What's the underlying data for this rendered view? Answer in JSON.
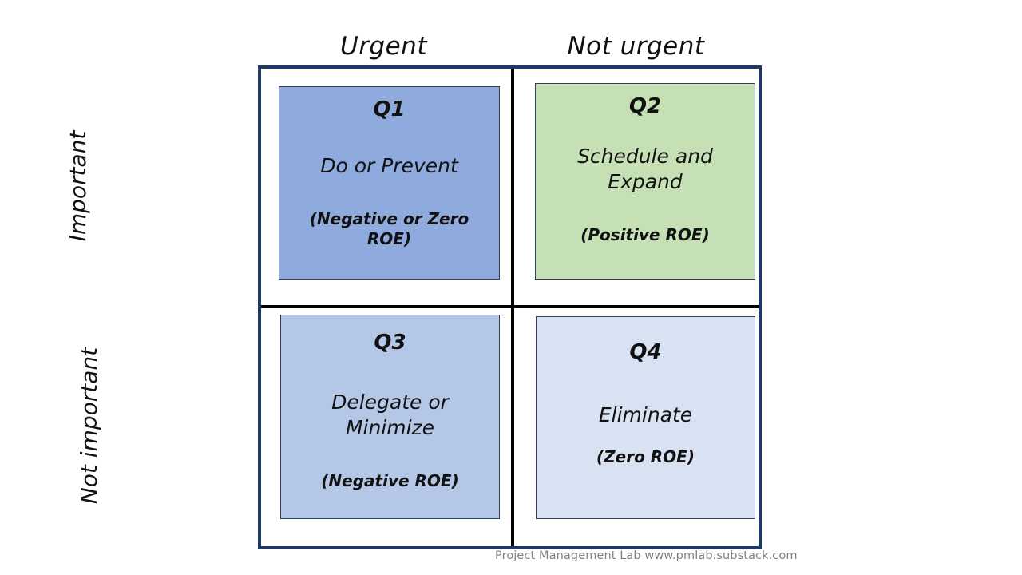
{
  "diagram": {
    "type": "eisenhower-matrix",
    "column_headers": [
      {
        "id": "urgent",
        "label": "Urgent"
      },
      {
        "id": "not-urgent",
        "label": "Not urgent"
      }
    ],
    "row_headers": [
      {
        "id": "important",
        "label": "Important"
      },
      {
        "id": "not-important",
        "label": "Not important"
      }
    ],
    "quadrants": [
      {
        "id": "q1",
        "title": "Q1",
        "action": "Do or Prevent",
        "note": "(Negative or Zero ROE)",
        "fill": "#8FAADC",
        "border": "#2F3F60",
        "column": "Urgent",
        "row": "Important"
      },
      {
        "id": "q2",
        "title": "Q2",
        "action": "Schedule and Expand",
        "note": "(Positive ROE)",
        "fill": "#C5E0B4",
        "border": "#2F3F60",
        "column": "Not urgent",
        "row": "Important"
      },
      {
        "id": "q3",
        "title": "Q3",
        "action": "Delegate or Minimize",
        "note": "(Negative ROE)",
        "fill": "#B4C7E7",
        "border": "#2F3F60",
        "column": "Urgent",
        "row": "Not important"
      },
      {
        "id": "q4",
        "title": "Q4",
        "action": "Eliminate",
        "note": "(Zero ROE)",
        "fill": "#D9E2F3",
        "border": "#2F3F60",
        "column": "Not urgent",
        "row": "Not important"
      }
    ],
    "frame_color": "#1F3864",
    "divider_color": "#000000",
    "background": "#FFFFFF"
  },
  "footer": {
    "credit": "Project Management Lab www.pmlab.substack.com",
    "color": "#808080"
  }
}
